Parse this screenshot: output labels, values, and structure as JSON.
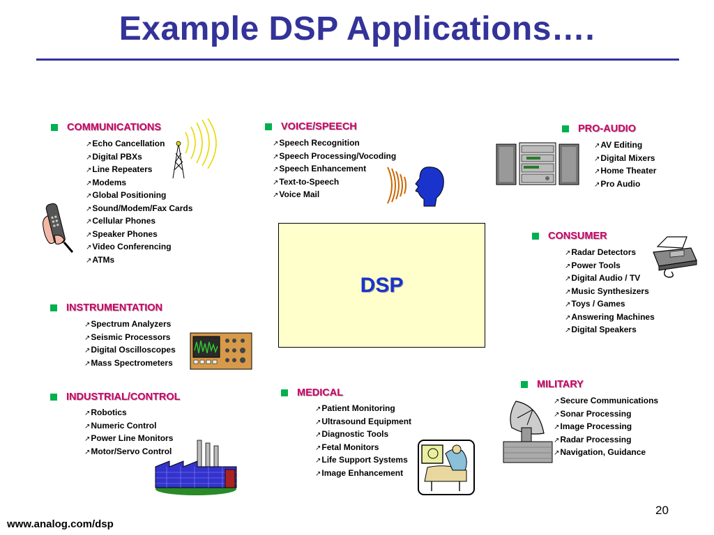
{
  "title": "Example DSP Applications….",
  "center_label": "DSP",
  "arrow_glyph": "↗",
  "sections": {
    "communications": {
      "title": "COMMUNICATIONS",
      "items": [
        "Echo Cancellation",
        "Digital PBXs",
        "Line Repeaters",
        "Modems",
        "Global Positioning",
        "Sound/Modem/Fax Cards",
        "Cellular Phones",
        "Speaker Phones",
        "Video Conferencing",
        "ATMs"
      ]
    },
    "voice_speech": {
      "title": "VOICE/SPEECH",
      "items": [
        "Speech Recognition",
        "Speech Processing/Vocoding",
        "Speech Enhancement",
        "Text-to-Speech",
        "Voice Mail"
      ]
    },
    "pro_audio": {
      "title": "PRO-AUDIO",
      "items": [
        "AV Editing",
        "Digital Mixers",
        "Home Theater",
        "Pro Audio"
      ]
    },
    "consumer": {
      "title": "CONSUMER",
      "items": [
        "Radar Detectors",
        "Power Tools",
        "Digital Audio / TV",
        "Music Synthesizers",
        "Toys / Games",
        "Answering Machines",
        "Digital Speakers"
      ]
    },
    "instrumentation": {
      "title": "INSTRUMENTATION",
      "items": [
        "Spectrum Analyzers",
        "Seismic Processors",
        "Digital Oscilloscopes",
        "Mass Spectrometers"
      ]
    },
    "industrial_control": {
      "title": "INDUSTRIAL/CONTROL",
      "items": [
        "Robotics",
        "Numeric Control",
        "Power Line Monitors",
        "Motor/Servo Control"
      ]
    },
    "medical": {
      "title": "MEDICAL",
      "items": [
        "Patient Monitoring",
        "Ultrasound Equipment",
        "Diagnostic Tools",
        "Fetal Monitors",
        "Life Support Systems",
        "Image Enhancement"
      ]
    },
    "military": {
      "title": "MILITARY",
      "items": [
        "Secure Communications",
        "Sonar Processing",
        "Image Processing",
        "Radar Processing",
        "Navigation, Guidance"
      ]
    }
  },
  "footer_url": "www.analog.com/dsp",
  "page_number": "20",
  "colors": {
    "title": "#333399",
    "section_title": "#cc0066",
    "bullet": "#00b050",
    "dsp_box_fill": "#ffffcc",
    "dsp_label": "#1a33cc"
  }
}
